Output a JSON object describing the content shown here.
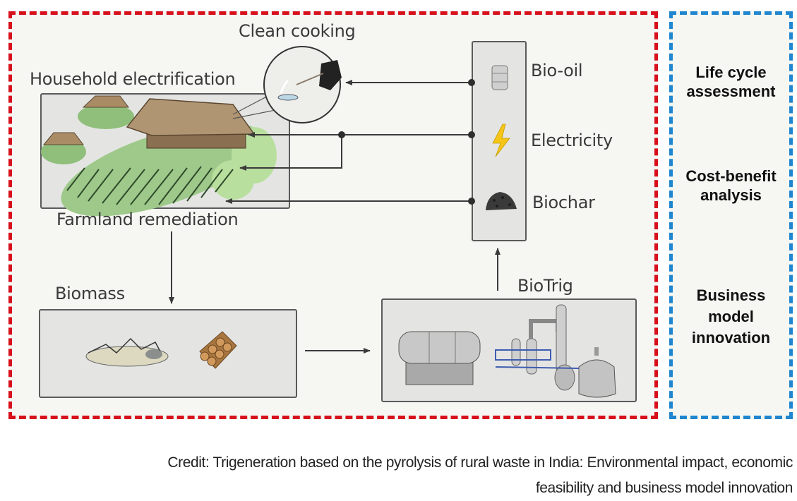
{
  "diagram": {
    "labels": {
      "clean_cooking": "Clean cooking",
      "household_electrification": "Household electrification",
      "farmland_remediation": "Farmland remediation",
      "biomass": "Biomass",
      "biotrig": "BioTrig"
    },
    "products": [
      {
        "label": "Bio-oil",
        "icon": "oil-barrel-icon"
      },
      {
        "label": "Electricity",
        "icon": "lightning-bolt-icon"
      },
      {
        "label": "Biochar",
        "icon": "biochar-pile-icon"
      }
    ],
    "assessments": [
      {
        "lines": [
          "Life cycle",
          "assessment"
        ]
      },
      {
        "lines": [
          "Cost-benefit",
          "analysis"
        ]
      },
      {
        "lines": [
          "Business",
          "model",
          "innovation"
        ]
      }
    ],
    "colors": {
      "system_boundary": "#d7101c",
      "assessment_boundary": "#1f86cf",
      "electricity_icon": "#f5c518"
    }
  },
  "caption": {
    "line1": "Credit: Trigeneration based on the pyrolysis of rural waste in India: Environmental impact, economic",
    "line2": "feasibility and business model innovation"
  }
}
